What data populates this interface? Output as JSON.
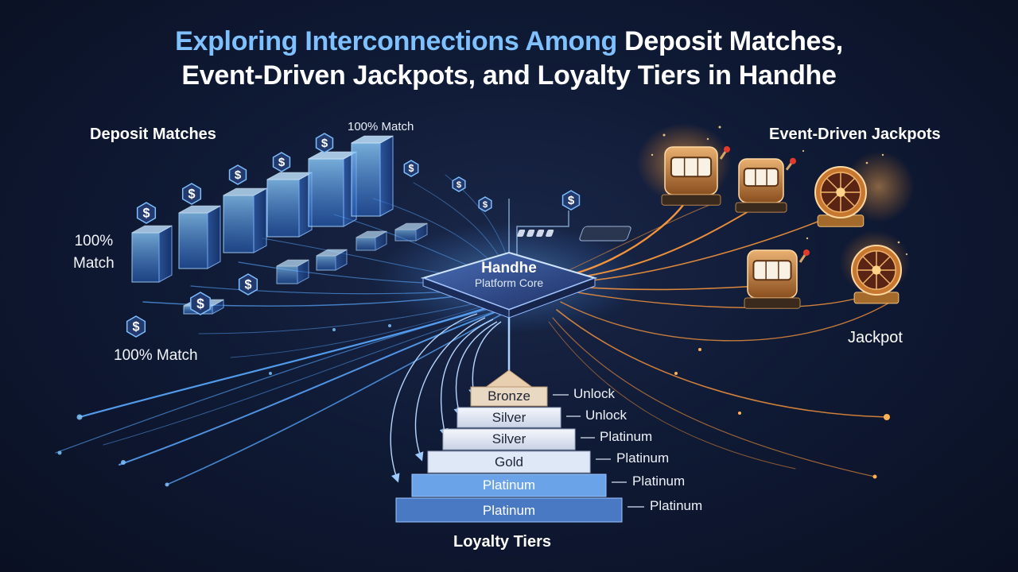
{
  "title": {
    "line1_accent": "Exploring Interconnections Among",
    "line1_rest": " Deposit Matches,",
    "line2": "Event-Driven Jackpots, and Loyalty Tiers in Handhe"
  },
  "sections": {
    "deposit": "Deposit Matches",
    "jackpots": "Event-Driven Jackpots",
    "loyalty": "Loyalty Tiers",
    "jackpot_label": "Jackpot"
  },
  "deposit_labels": {
    "top": "100% Match",
    "left": "100%\nMatch",
    "bottom": "100% Match"
  },
  "core": {
    "title": "Handhe",
    "subtitle": "Platform Core"
  },
  "tiers": [
    {
      "name": "Bronze",
      "link": "Unlock"
    },
    {
      "name": "Silver",
      "link": "Unlock"
    },
    {
      "name": "Silver",
      "link": "Platinum"
    },
    {
      "name": "Gold",
      "link": "Platinum"
    },
    {
      "name": "Platinum",
      "link": "Platinum"
    },
    {
      "name": "Platinum",
      "link": "Platinum"
    }
  ],
  "colors": {
    "blue_accent": "#5aa8ff",
    "orange_accent": "#ff9a3c",
    "gold": "#c98a3a",
    "background": "#0f1a35"
  },
  "icons": [
    "dollar-icon",
    "slot-machine-icon",
    "prize-wheel-icon"
  ]
}
